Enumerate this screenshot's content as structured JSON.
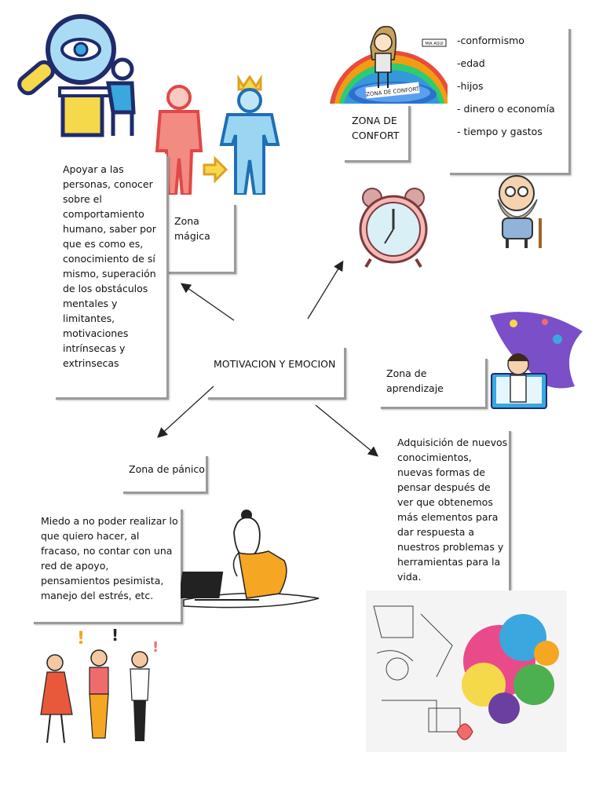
{
  "center": {
    "title": "MOTIVACION Y EMOCION"
  },
  "zona_magica": {
    "label": "Zona mágica",
    "description": "Apoyar a las personas, conocer sobre el comportamiento humano, saber por que es como es, conocimiento de sí mismo, superación de los obstáculos mentales y limitantes, motivaciones intrínsecas y extrinsecas"
  },
  "zona_confort": {
    "label": "ZONA DE CONFORT",
    "image_caption": "ZONA DE CONFORT",
    "image_tag": "MIA AQUI",
    "items": [
      "-conformismo",
      "-edad",
      "-hijos",
      "- dinero o economía",
      "- tiempo y gastos"
    ]
  },
  "zona_aprendizaje": {
    "label": "Zona de aprendizaje",
    "description": "Adquisición de nuevos conocimientos, nuevas formas de pensar después de ver que obtenemos más elementos para dar respuesta a nuestros problemas y herramientas para la vida."
  },
  "zona_panico": {
    "label": "Zona de pánico",
    "description": "Miedo a no poder realizar lo que quiero hacer, al fracaso, no contar con una red de apoyo, pensamientos pesimista, manejo del estrés, etc."
  },
  "colors": {
    "blue": "#3aa7df",
    "navy": "#1f2b6b",
    "orange": "#f5a623",
    "pink": "#f06c6c",
    "yellow": "#f6d84b",
    "purple": "#6b3fa0",
    "arrow": "#222222"
  },
  "icons": [
    "magnifier-eye-icon",
    "person-desk-icon",
    "transformation-kings-icon",
    "alarm-clock-icon",
    "old-man-icon",
    "online-teacher-icon",
    "stressed-woman-laptop-icon",
    "panicked-people-icon",
    "creative-brain-icon"
  ]
}
